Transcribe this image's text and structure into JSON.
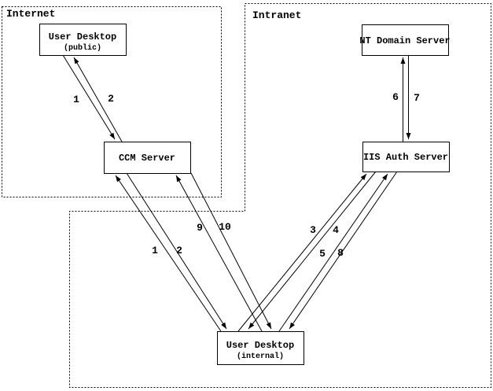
{
  "colors": {
    "background": "#ffffff",
    "line": "#000000",
    "text": "#000000"
  },
  "diagram": {
    "zones": [
      {
        "id": "internet",
        "label": "Internet"
      },
      {
        "id": "intranet",
        "label": "Intranet"
      }
    ],
    "nodes": [
      {
        "id": "user-desktop-public",
        "title": "User Desktop",
        "subtitle": "(public)",
        "zone": "internet"
      },
      {
        "id": "ccm-server",
        "title": "CCM Server",
        "subtitle": "",
        "zone": "internet"
      },
      {
        "id": "nt-domain-server",
        "title": "NT Domain Server",
        "subtitle": "",
        "zone": "intranet"
      },
      {
        "id": "iis-auth-server",
        "title": "IIS Auth Server",
        "subtitle": "",
        "zone": "intranet"
      },
      {
        "id": "user-desktop-internal",
        "title": "User Desktop",
        "subtitle": "(internal)",
        "zone": "intranet"
      }
    ],
    "edges": [
      {
        "label": "1",
        "from": "user-desktop-public",
        "to": "ccm-server"
      },
      {
        "label": "2",
        "from": "ccm-server",
        "to": "user-desktop-public"
      },
      {
        "label": "1",
        "from": "user-desktop-internal",
        "to": "ccm-server"
      },
      {
        "label": "2",
        "from": "ccm-server",
        "to": "user-desktop-internal"
      },
      {
        "label": "9",
        "from": "user-desktop-internal",
        "to": "ccm-server"
      },
      {
        "label": "10",
        "from": "ccm-server",
        "to": "user-desktop-internal"
      },
      {
        "label": "3",
        "from": "user-desktop-internal",
        "to": "iis-auth-server"
      },
      {
        "label": "4",
        "from": "iis-auth-server",
        "to": "user-desktop-internal"
      },
      {
        "label": "5",
        "from": "user-desktop-internal",
        "to": "iis-auth-server"
      },
      {
        "label": "8",
        "from": "iis-auth-server",
        "to": "user-desktop-internal"
      },
      {
        "label": "6",
        "from": "iis-auth-server",
        "to": "nt-domain-server"
      },
      {
        "label": "7",
        "from": "nt-domain-server",
        "to": "iis-auth-server"
      }
    ]
  }
}
